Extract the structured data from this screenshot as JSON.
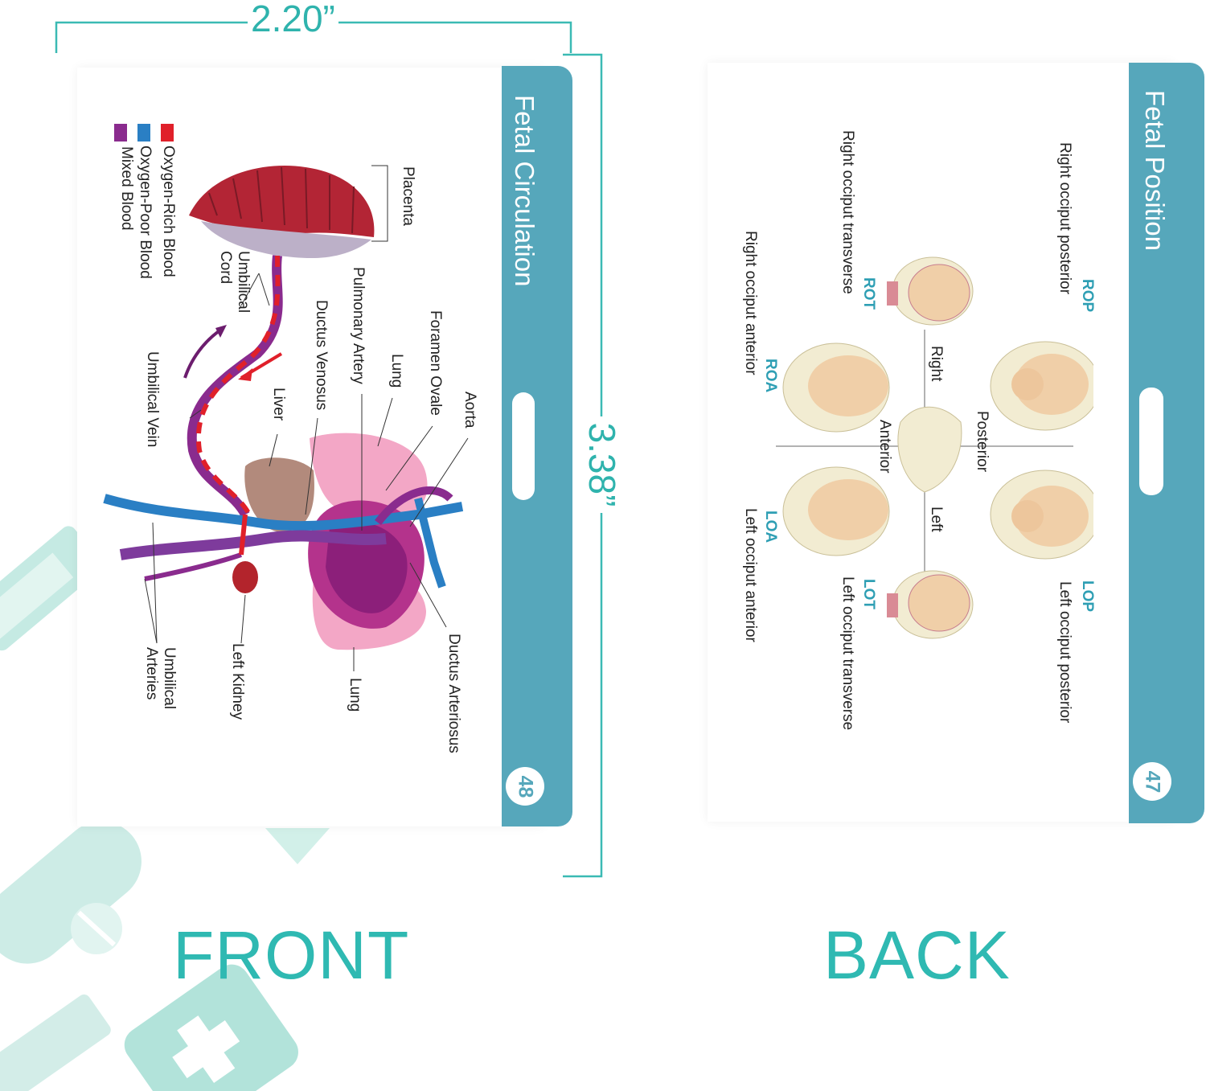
{
  "dimensions": {
    "width_label": "2.20”",
    "height_label": "3.38”"
  },
  "front": {
    "title": "Fetal Circulation",
    "number": "48",
    "legend": [
      {
        "label": "Oxygen-Rich Blood",
        "color": "#e0202a"
      },
      {
        "label": "Oxygen-Poor Blood",
        "color": "#2a7fc4"
      },
      {
        "label": "Mixed Blood",
        "color": "#8a2b8e"
      }
    ],
    "labels": {
      "placenta": "Placenta",
      "umbilical_cord": "Umbilical\nCord",
      "umbilical_vein": "Umbilical Vein",
      "ductus_venosus": "Ductus Venosus",
      "liver": "Liver",
      "pulmonary_artery": "Pulmonary Artery",
      "lung_top": "Lung",
      "foramen_ovale": "Foramen Ovale",
      "aorta": "Aorta",
      "ductus_arteriosus": "Ductus Arteriosus",
      "lung_bottom": "Lung",
      "left_kidney": "Left Kidney",
      "umbilical_arteries": "Umbilical\nArteries"
    },
    "caption": "FRONT"
  },
  "back": {
    "title": "Fetal Position",
    "number": "47",
    "positions": [
      {
        "code": "ROP",
        "name": "Right occiput posterior"
      },
      {
        "code": "ROT",
        "name": "Right occiput transverse"
      },
      {
        "code": "ROA",
        "name": "Right occiput anterior"
      },
      {
        "code": "LOP",
        "name": "Left occiput posterior"
      },
      {
        "code": "LOT",
        "name": "Left occiput transverse"
      },
      {
        "code": "LOA",
        "name": "Left occiput anterior"
      }
    ],
    "axes": {
      "right": "Right",
      "left": "Left",
      "posterior": "Posterior",
      "anterior": "Anterior"
    },
    "caption": "BACK"
  },
  "colors": {
    "tab": "#56a7bb",
    "accent": "#2fb3ad"
  }
}
